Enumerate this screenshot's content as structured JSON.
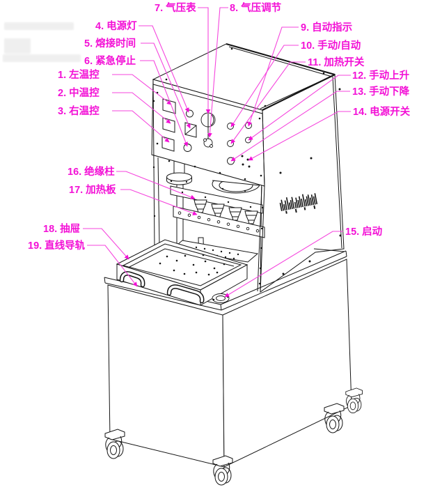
{
  "colors": {
    "label_text": "#f311d6",
    "leader_line": "#f545dd",
    "line_art": "#141414",
    "background": "#ffffff"
  },
  "callouts": [
    {
      "id": "1",
      "text": "1. 左温控"
    },
    {
      "id": "2",
      "text": "2. 中温控"
    },
    {
      "id": "3",
      "text": "3. 右温控"
    },
    {
      "id": "4",
      "text": "4. 电源灯"
    },
    {
      "id": "5",
      "text": "5. 熔接时间"
    },
    {
      "id": "6",
      "text": "6. 紧急停止"
    },
    {
      "id": "7",
      "text": "7. 气压表"
    },
    {
      "id": "8",
      "text": "8. 气压调节"
    },
    {
      "id": "9",
      "text": "9. 自动指示"
    },
    {
      "id": "10",
      "text": "10. 手动/自动"
    },
    {
      "id": "11",
      "text": "11. 加热开关"
    },
    {
      "id": "12",
      "text": "12. 手动上升"
    },
    {
      "id": "13",
      "text": "13. 手动下降"
    },
    {
      "id": "14",
      "text": "14. 电源开关"
    },
    {
      "id": "15",
      "text": "15. 启动"
    },
    {
      "id": "16",
      "text": "16. 绝缘柱"
    },
    {
      "id": "17",
      "text": "17. 加热板"
    },
    {
      "id": "18",
      "text": "18. 抽屉"
    },
    {
      "id": "19",
      "text": "19. 直线导轨"
    }
  ]
}
